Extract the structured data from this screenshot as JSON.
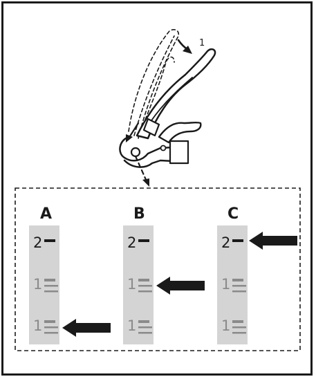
{
  "callout": {
    "number": "1"
  },
  "panels": [
    {
      "letter": "A",
      "marks": [
        {
          "label": "2",
          "highlighted": true
        },
        {
          "label": "1",
          "highlighted": false
        },
        {
          "label": "1",
          "highlighted": false
        }
      ],
      "arrow_at_mark": 2
    },
    {
      "letter": "B",
      "marks": [
        {
          "label": "2",
          "highlighted": true
        },
        {
          "label": "1",
          "highlighted": false
        },
        {
          "label": "1",
          "highlighted": false
        }
      ],
      "arrow_at_mark": 1
    },
    {
      "letter": "C",
      "marks": [
        {
          "label": "2",
          "highlighted": true
        },
        {
          "label": "1",
          "highlighted": false
        },
        {
          "label": "1",
          "highlighted": false
        }
      ],
      "arrow_at_mark": 0
    }
  ],
  "colors": {
    "ink": "#1a1a1a",
    "scale_bg": "#d4d4d4",
    "scale_mark_light": "#8a8a8a"
  }
}
